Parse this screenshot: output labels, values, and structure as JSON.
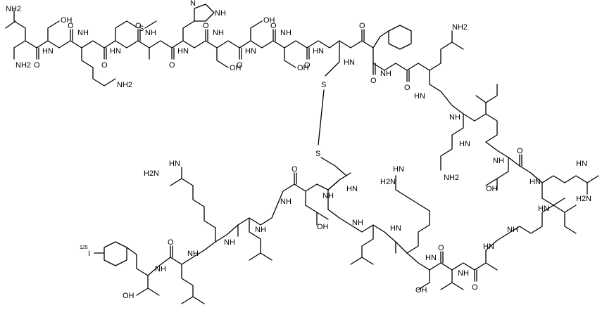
{
  "labels": {
    "nh2_a": "NH2",
    "nh2_b": "NH2",
    "oh_ser1": "OH",
    "oh_ser2": "OH",
    "oh_ser3": "OH",
    "oh_ser4": "OH",
    "nh2_lys1": "NH2",
    "nh2_lys2": "NH2",
    "nh2_gln": "NH2",
    "s_met": "S",
    "s1": "S",
    "s2": "S",
    "nh_his": "NH",
    "n_his": "N",
    "h2n_arg1": "H2N",
    "h2n_arg2": "H2N",
    "h2n_arg3": "H2N",
    "hn_arg1": "HN",
    "hn_arg2": "HN",
    "hn_arg3": "HN",
    "hn_argc1": "HN",
    "hn_argc2": "HN",
    "oh_asp1": "OH",
    "oh_asp2": "OH",
    "oh_cterm": "OH",
    "iodo": "I",
    "iso": "125",
    "o_generic": "O",
    "nh_generic": "NH",
    "hn_generic": "HN",
    "n_generic": "N",
    "h_generic": "H"
  }
}
